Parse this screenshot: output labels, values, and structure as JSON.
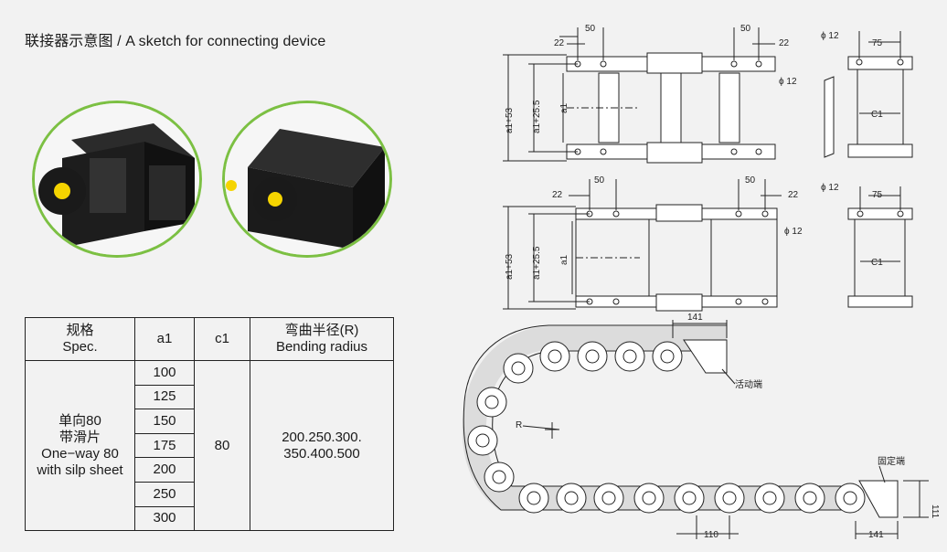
{
  "title": "联接器示意图 / A sketch for connecting device",
  "photos": [
    {
      "name": "connector-photo-1"
    },
    {
      "name": "connector-photo-2"
    }
  ],
  "spec_table": {
    "headers": {
      "spec_cn": "规格",
      "spec_en": "Spec.",
      "a1": "a1",
      "c1": "c1",
      "radius_cn": "弯曲半径(R)",
      "radius_en": "Bending radius"
    },
    "spec_lines": [
      "单向80",
      "带滑片",
      "One−way 80",
      "with silp sheet"
    ],
    "a1_values": [
      "100",
      "125",
      "150",
      "175",
      "200",
      "250",
      "300"
    ],
    "c1_value": "80",
    "radius_lines": [
      "200.250.300.",
      "350.400.500"
    ]
  },
  "drawing": {
    "dim_50": "50",
    "dim_22": "22",
    "dim_12": "ϕ 12",
    "dim_75": "75",
    "dim_a1_53": "a1+53",
    "dim_a1_25": "a1+25.5",
    "dim_a1": "a1",
    "dim_c1": "C1",
    "dim_141": "141",
    "dim_110": "110",
    "dim_111": "111",
    "dim_R": "R",
    "moving_end": "活动端",
    "fixed_end": "固定端"
  }
}
